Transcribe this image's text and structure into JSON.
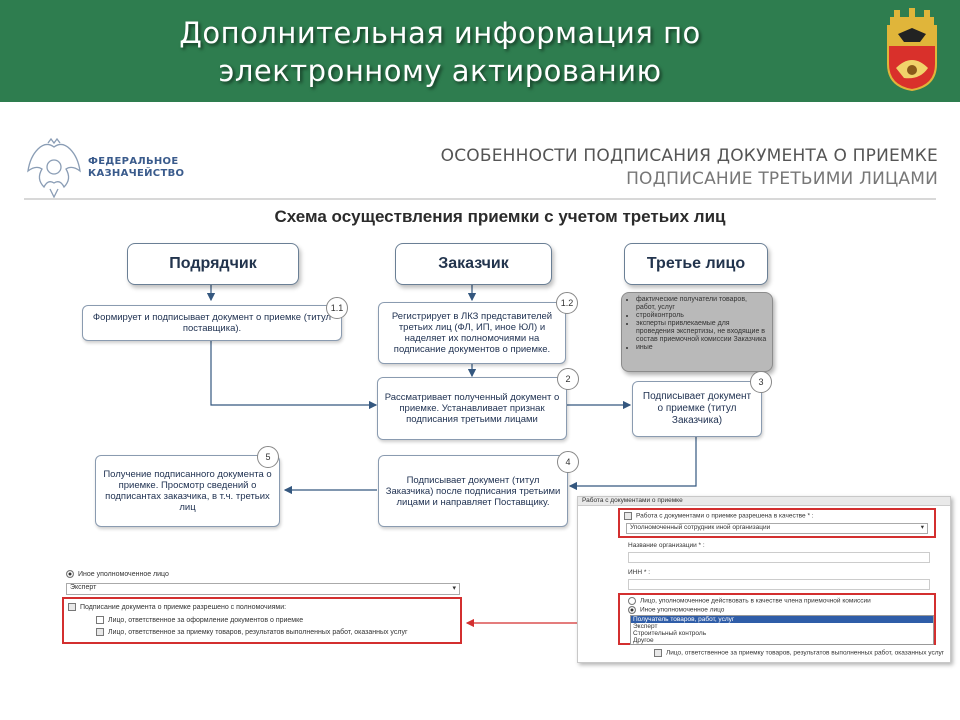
{
  "header": {
    "title_line1": "Дополнительная информация по",
    "title_line2": "электронному актированию"
  },
  "brand": {
    "logo_line1": "ФЕДЕРАЛЬНОЕ",
    "logo_line2": "КАЗНАЧЕЙСТВО"
  },
  "subtitles": {
    "line1": "ОСОБЕННОСТИ ПОДПИСАНИЯ ДОКУМЕНТА О ПРИЕМКЕ",
    "line2": "ПОДПИСАНИЕ ТРЕТЬИМИ ЛИЦАМИ"
  },
  "scheme": {
    "title": "Схема осуществления приемки с учетом третьих лиц",
    "actors": [
      "Подрядчик",
      "Заказчик",
      "Третье лицо"
    ],
    "steps": {
      "s1_1": {
        "num": "1.1",
        "text": "Формирует и подписывает документ о приемке (титул поставщика)."
      },
      "s1_2": {
        "num": "1.2",
        "text": "Регистрирует в ЛКЗ представителей третьих лиц (ФЛ, ИП, иное ЮЛ) и наделяет их полномочиями на подписание документов о приемке."
      },
      "s2": {
        "num": "2",
        "text": "Рассматривает полученный документ о приемке. Устанавливает признак подписания третьими лицами"
      },
      "s3": {
        "num": "3",
        "text": "Подписывает документ о приемке (титул Заказчика)"
      },
      "s4": {
        "num": "4",
        "text": "Подписывает документ (титул Заказчика) после подписания третьими лицами и направляет Поставщику."
      },
      "s5": {
        "num": "5",
        "text": "Получение подписанного документа о приемке. Просмотр сведений о подписантах заказчика, в т.ч. третьих лиц"
      }
    },
    "third_party_list": [
      "фактические получатели товаров, работ, услуг",
      "стройконтроль",
      "эксперты привлекаемые для проведения экспертизы, не входящие в состав приемочной комиссии Заказчика",
      "иные"
    ]
  },
  "panel_left": {
    "radio_label": "Иное уполномоченное лицо",
    "select_value": "Эксперт",
    "checkbox_main": "Подписание документа о приемке разрешено с полномочиями:",
    "option1": "Лицо, ответственное за оформление документов о приемке",
    "option2": "Лицо, ответственное за приемку товаров, результатов выполненных работ, оказанных услуг"
  },
  "panel_right": {
    "title": "Работа с документами о приемке",
    "checkbox_main": "Работа с документами о приемке разрешена в качестве * :",
    "select_value": "Уполномоченный сотрудник иной организации",
    "org_label": "Название организации * :",
    "inn_label": "ИНН * :",
    "radio1": "Лицо, уполномоченное действовать в качестве члена приемочной комиссии",
    "radio2": "Иное уполномоченное лицо",
    "list_items": [
      "Получатель товаров, работ, услуг",
      "Эксперт",
      "Строительный контроль",
      "Другое"
    ],
    "bottom_checkbox": "Лицо, ответственное за приемку товаров, результатов выполненных работ, оказанных услуг"
  }
}
